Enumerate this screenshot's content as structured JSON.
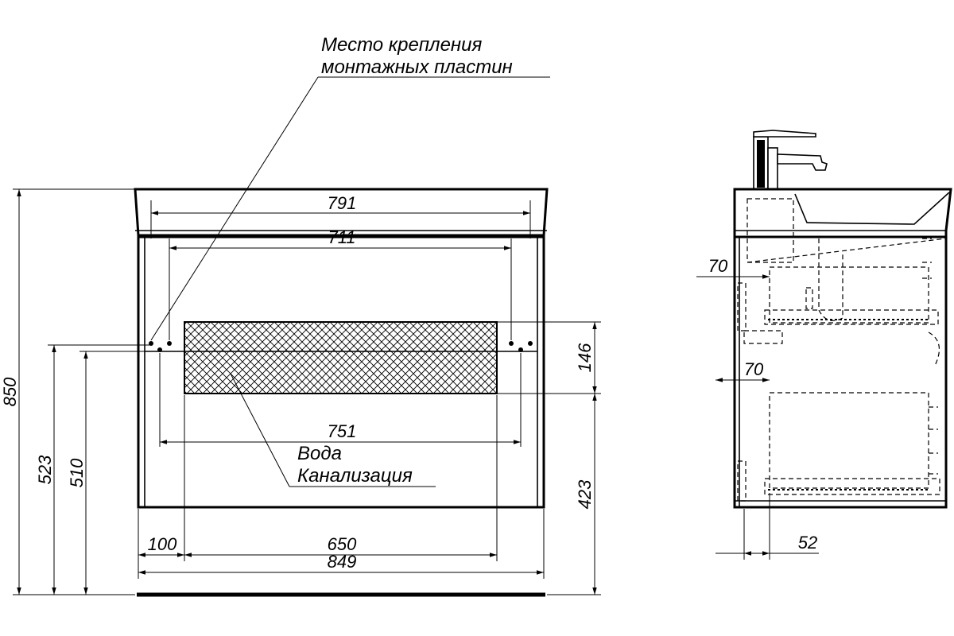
{
  "front_view": {
    "dimensions": {
      "width_basin": "791",
      "width_inner": "711",
      "width_mount": "751",
      "height_total": "850",
      "height_mount": "523",
      "height_drain": "510",
      "height_zone": "146",
      "height_bottom_zone": "423",
      "offset_left": "100",
      "zone_width": "650",
      "width_total": "849"
    },
    "labels": {
      "mount_line1": "Место крепления",
      "mount_line2": "монтажных пластин",
      "water": "Вода",
      "sewer": "Канализация"
    }
  },
  "side_view": {
    "dimensions": {
      "offset_top": "70",
      "offset_mid": "70",
      "offset_bottom": "52"
    }
  }
}
